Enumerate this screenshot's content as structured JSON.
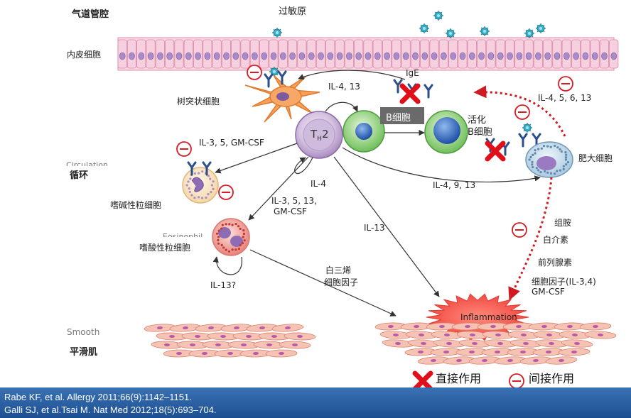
{
  "labels": {
    "airway_lumen": "气道管腔",
    "allergen": "过敏原",
    "endothelium": "内皮细胞",
    "dendritic_cell": "树突状细胞",
    "th2": "T",
    "th2_sub": "H",
    "th2_num": "2",
    "il_4_13": "IL-4, 13",
    "ige": "IgE",
    "b_cell": "B细胞",
    "activated_b_1": "活化",
    "activated_b_2": "B细胞",
    "il_4_5_6_13": "IL-4, 5, 6, 13",
    "mast_cell": "肥大细胞",
    "il_3_5_gmcsf": "IL-3, 5, GM-CSF",
    "circulation_en": "Circulation",
    "circulation_cn": "循环",
    "il_4": "IL-4",
    "basophil": "嗜碱性粒细胞",
    "il_4_9_13": "IL-4, 9, 13",
    "il_3_5_13_a": "IL-3, 5, 13,",
    "il_3_5_13_b": "GM-CSF",
    "eosinophil_en": "Eosinophil",
    "eosinophil": "嗜酸性粒细胞",
    "il_13": "IL-13",
    "histamine": "组胺",
    "interleukin": "白介素",
    "prostaglandin": "前列腺素",
    "cytokine": "细胞因子(IL-3,4)",
    "cytokine_2": "GM-CSF",
    "leukotriene_1": "白三烯",
    "leukotriene_2": "细胞因子",
    "il_13q": "IL-13?",
    "inflammation": "Inflammation",
    "smooth_en": "Smooth",
    "smooth_cn": "平滑肌"
  },
  "legend": {
    "direct": "直接作用",
    "indirect": "间接作用"
  },
  "citations": [
    "Rabe KF, et al. Allergy 2011;66(9):1142–1151.",
    "Galli SJ, et al.Tsai M. Nat Med 2012;18(5):693–704."
  ],
  "colors": {
    "direct_mark": "#e0101a",
    "indirect_mark": "#d91c24",
    "inflammation": "#ee4a4a",
    "footer": "#2b63a8"
  }
}
